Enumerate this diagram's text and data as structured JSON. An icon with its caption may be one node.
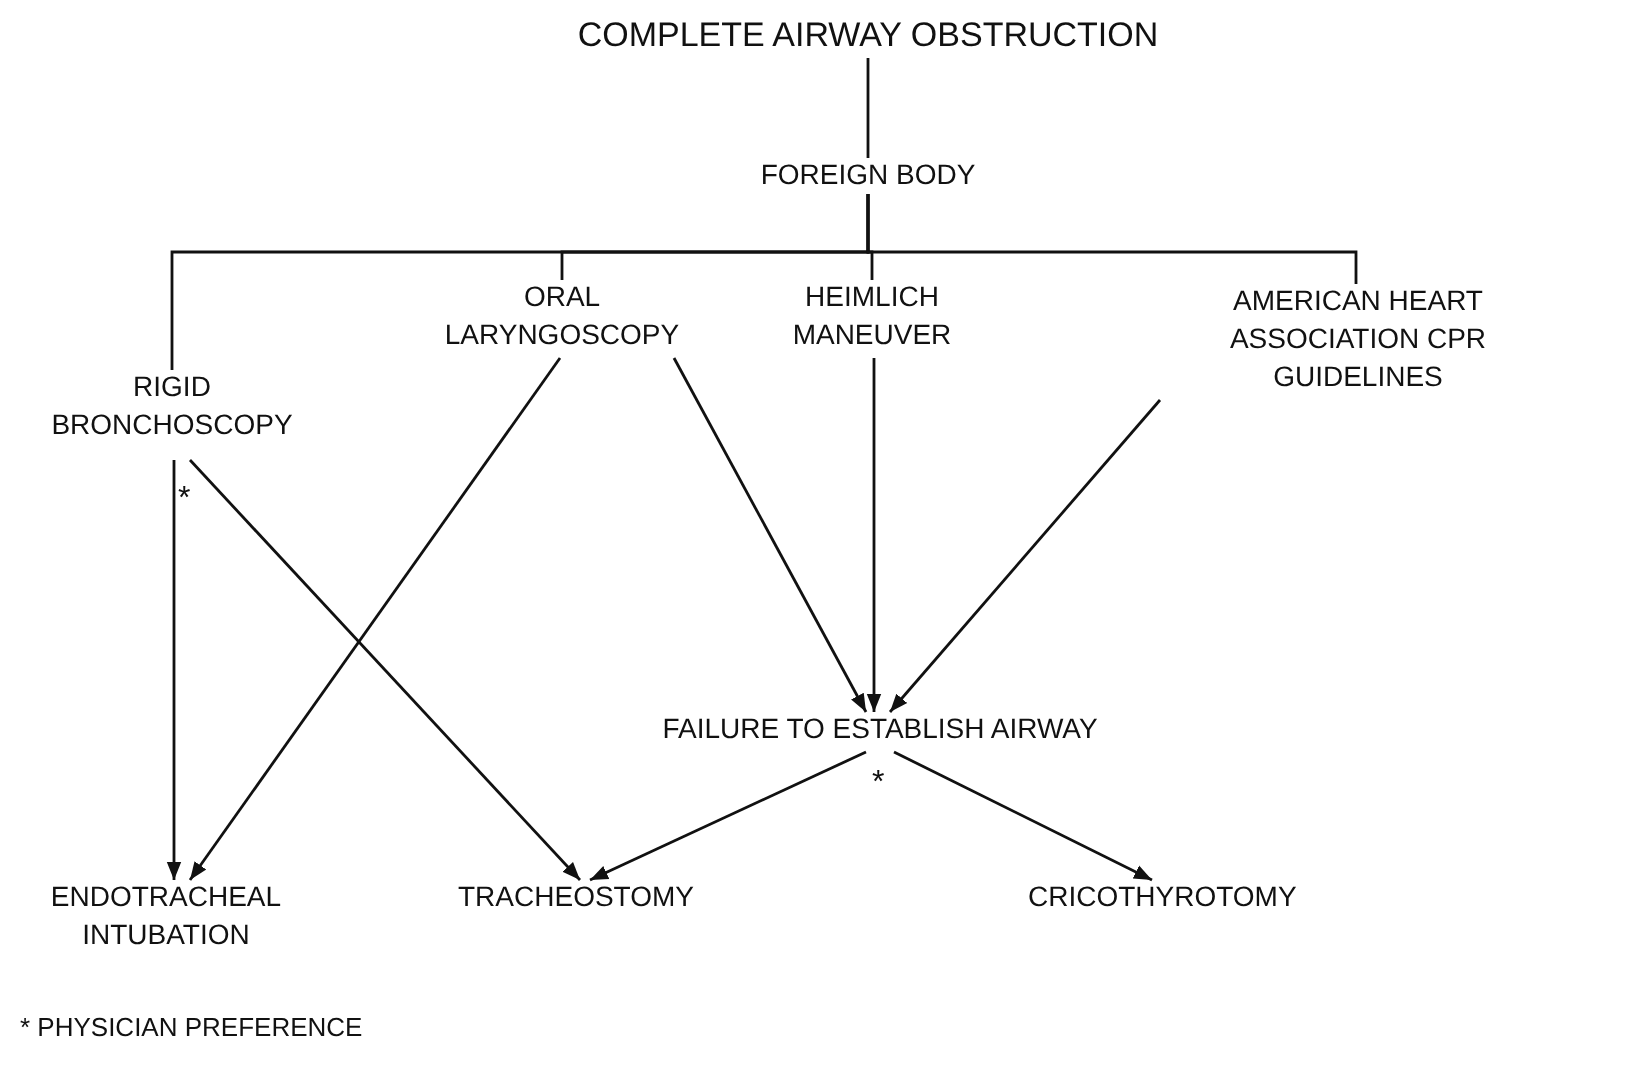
{
  "diagram": {
    "nodes": [
      {
        "text": [
          "COMPLETE AIRWAY OBSTRUCTION"
        ]
      },
      {
        "text": [
          "FOREIGN BODY"
        ]
      },
      {
        "text": [
          "RIGID BRONCHOSCOPY"
        ]
      },
      {
        "text": [
          "ORAL LARYNGOSCOPY"
        ]
      },
      {
        "text": [
          "HEIMLICH MANEUVER"
        ]
      },
      {
        "text": [
          "AMERICAN HEART ASSOCIATION CPR GUIDELINES"
        ]
      },
      {
        "text": [
          "FAILURE TO ESTABLISH AIRWAY"
        ],
        "beside": [
          "*"
        ]
      },
      {
        "text": [
          "ENDOTRACHEAL INTUBATION"
        ]
      },
      {
        "text": [
          "TRACHEOSTOMY"
        ]
      },
      {
        "text": [
          "CRICOTHYROTOMY"
        ]
      }
    ],
    "edges": [
      {
        "from": 0,
        "to": 1,
        "arrow": "none"
      },
      {
        "from": 1,
        "to": 2,
        "arrow": "none"
      },
      {
        "from": 1,
        "to": 3,
        "arrow": "none"
      },
      {
        "from": 1,
        "to": 4,
        "arrow": "none"
      },
      {
        "from": 1,
        "to": 5,
        "arrow": "none"
      },
      {
        "from": 2,
        "to": 7,
        "arrow": "to"
      },
      {
        "from": 2,
        "to": 8,
        "arrow": "to",
        "label": "*"
      },
      {
        "from": 3,
        "to": 7,
        "arrow": "to"
      },
      {
        "from": 3,
        "to": 6,
        "arrow": "to"
      },
      {
        "from": 4,
        "to": 6,
        "arrow": "to"
      },
      {
        "from": 5,
        "to": 6,
        "arrow": "to"
      },
      {
        "from": 6,
        "to": 8,
        "arrow": "to"
      },
      {
        "from": 6,
        "to": 9,
        "arrow": "to"
      }
    ],
    "labels": [
      "* PHYSICIAN PREFERENCE"
    ]
  }
}
